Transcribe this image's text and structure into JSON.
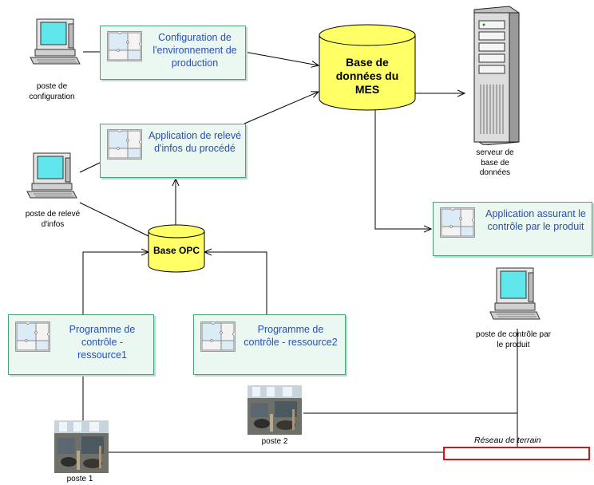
{
  "apps": {
    "config": "Configuration de l'environnement de production",
    "releve": "Application de relevé d'infos du procédé",
    "controle_produit": "Application assurant le contrôle par le produit",
    "prog1": "Programme de contrôle - ressource1",
    "prog2": "Programme de contrôle - ressource2"
  },
  "databases": {
    "mes": "Base de données du MES",
    "opc": "Base OPC"
  },
  "stations": {
    "config": "poste de configuration",
    "releve": "poste de relevé d'infos",
    "controle": "poste de contrôle par le produit",
    "serveur": "serveur de base de données",
    "poste1": "poste 1",
    "poste2": "poste 2"
  },
  "network": {
    "label": "Réseau de terrain"
  },
  "colors": {
    "app_fill": "#eaf8f1",
    "app_border": "#4aa57a",
    "app_text": "#2a4fb0",
    "db_fill": "#ffff66",
    "network_box": "#e0101a"
  },
  "icons": {
    "app": "puzzle-icon",
    "station": "computer-icon",
    "server": "server-tower-icon",
    "machine": "workshop-photo"
  }
}
